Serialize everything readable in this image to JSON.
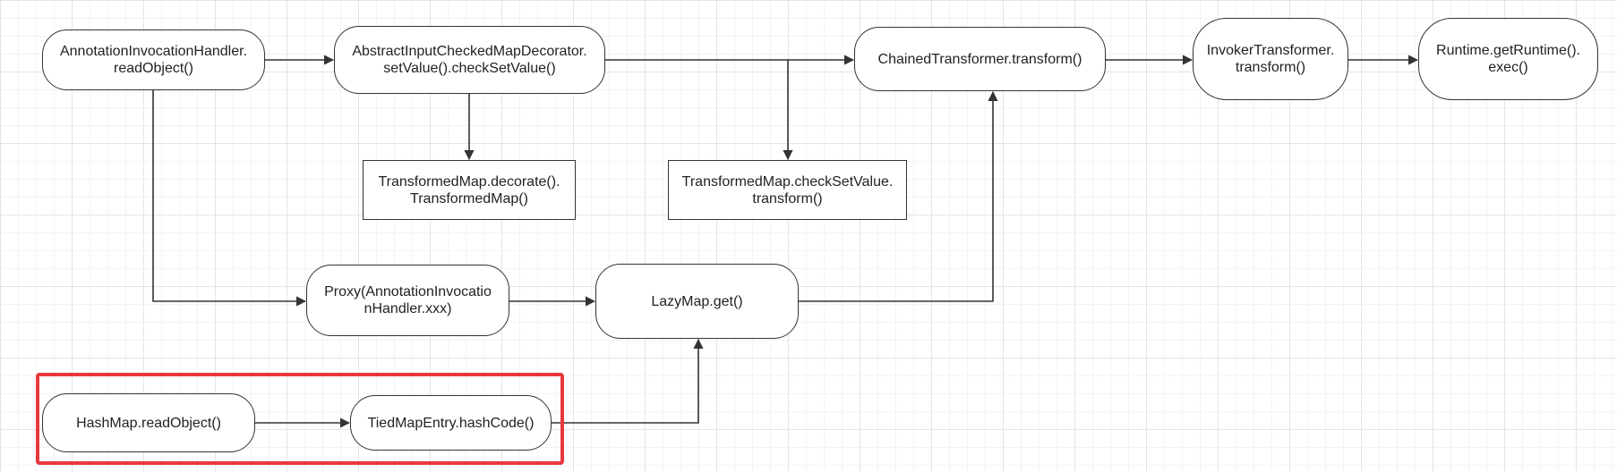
{
  "colors": {
    "line": "#333333",
    "highlight": "#e8383d",
    "grid": "#e4e4e4"
  },
  "nodes": {
    "annotation_read_object": "AnnotationInvocationHandler.\nreadObject()",
    "abstract_input_checked": "AbstractInputCheckedMapDecorator.\nsetValue().checkSetValue()",
    "chained_transform": "ChainedTransformer.transform()",
    "invoker_transform": "InvokerTransformer.\ntransform()",
    "runtime_exec": "Runtime.getRuntime().\nexec()",
    "transformed_decorate": "TransformedMap.decorate().\nTransformedMap()",
    "transformed_check": "TransformedMap.checkSetValue.\ntransform()",
    "proxy": "Proxy(AnnotationInvocatio\nnHandler.xxx)",
    "lazymap_get": "LazyMap.get()",
    "hashmap_read": "HashMap.readObject()",
    "tied_hashcode": "TiedMapEntry.hashCode()"
  }
}
